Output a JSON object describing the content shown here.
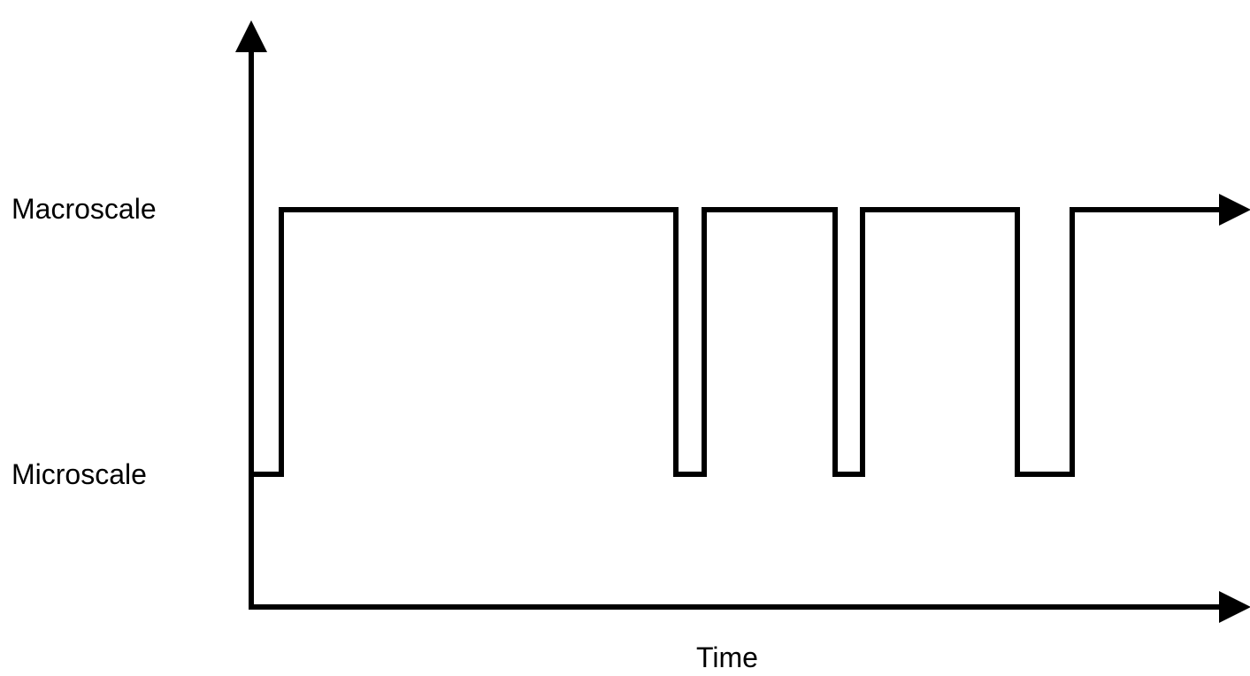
{
  "diagram": {
    "levels": {
      "macro_label": "Macroscale",
      "micro_label": "Microscale"
    },
    "x_axis_label": "Time",
    "signal_sequence": [
      "micro",
      "macro",
      "micro",
      "macro",
      "micro",
      "macro",
      "micro",
      "macro"
    ],
    "stroke_color": "#000000",
    "background_color": "#ffffff"
  }
}
